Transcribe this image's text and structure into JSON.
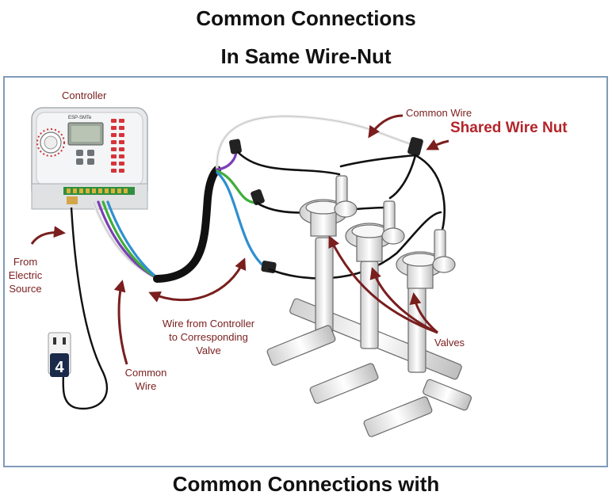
{
  "titles": {
    "top_line1": "Common Connections",
    "top_line2": "In Same Wire-Nut",
    "bottom": "Common Connections with"
  },
  "labels": {
    "controller": "Controller",
    "common_wire_top": "Common Wire",
    "shared_wire_nut": "Shared Wire Nut",
    "from_electric_source": [
      "From",
      "Electric",
      "Source"
    ],
    "wire_from_controller": [
      "Wire from Controller",
      "to Corresponding",
      "Valve"
    ],
    "common_wire_bottom": [
      "Common",
      "Wire"
    ],
    "valves": "Valves"
  },
  "device_text": {
    "controller_brand": "ESP-SMTe",
    "outlet_badge": "4"
  },
  "colors": {
    "annotation": "#7a1e1e",
    "highlight": "#b3252a",
    "frame": "#7f9cb8",
    "wire_purple": "#7b3fb5",
    "wire_green": "#3fae3a",
    "wire_blue": "#2f8fd0",
    "wire_black": "#111111",
    "wire_white": "#e6e6e6"
  }
}
